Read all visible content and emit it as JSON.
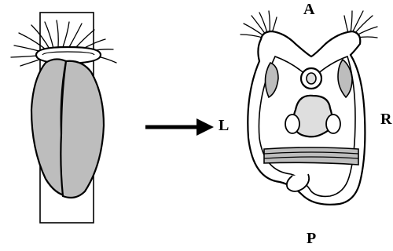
{
  "labels": {
    "anterior": "A",
    "left": "L",
    "right": "R",
    "posterior": "P"
  },
  "colors": {
    "outline": "#000000",
    "body_fill": "#bdbdbd",
    "inner_fill": "#dedede",
    "background": "#ffffff"
  }
}
